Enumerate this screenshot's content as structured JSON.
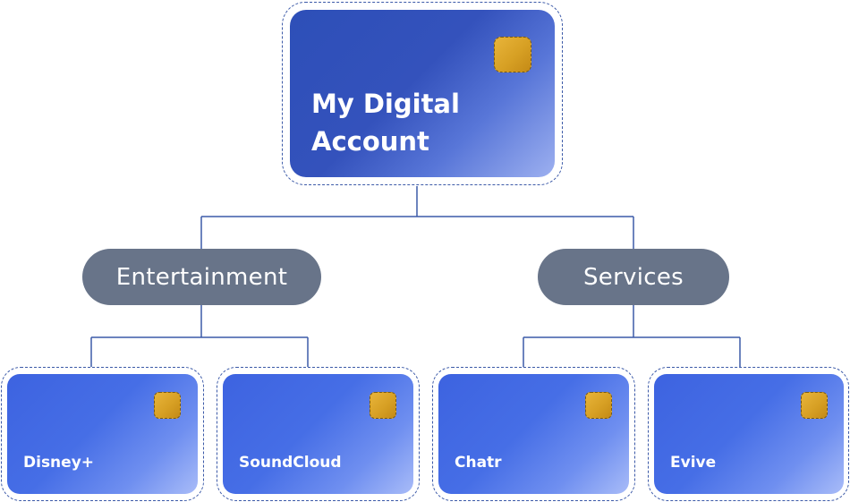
{
  "root": {
    "title_line1": "My Digital",
    "title_line2": "Account"
  },
  "categories": [
    {
      "label": "Entertainment"
    },
    {
      "label": "Services"
    }
  ],
  "leaves": [
    {
      "label": "Disney+"
    },
    {
      "label": "SoundCloud"
    },
    {
      "label": "Chatr"
    },
    {
      "label": "Evive"
    }
  ],
  "colors": {
    "card_blue": "#3d63e0",
    "root_blue": "#2d4fb8",
    "pill_gray": "#687489",
    "chip_gold": "#d7a024",
    "connector": "#3c5aa8"
  }
}
